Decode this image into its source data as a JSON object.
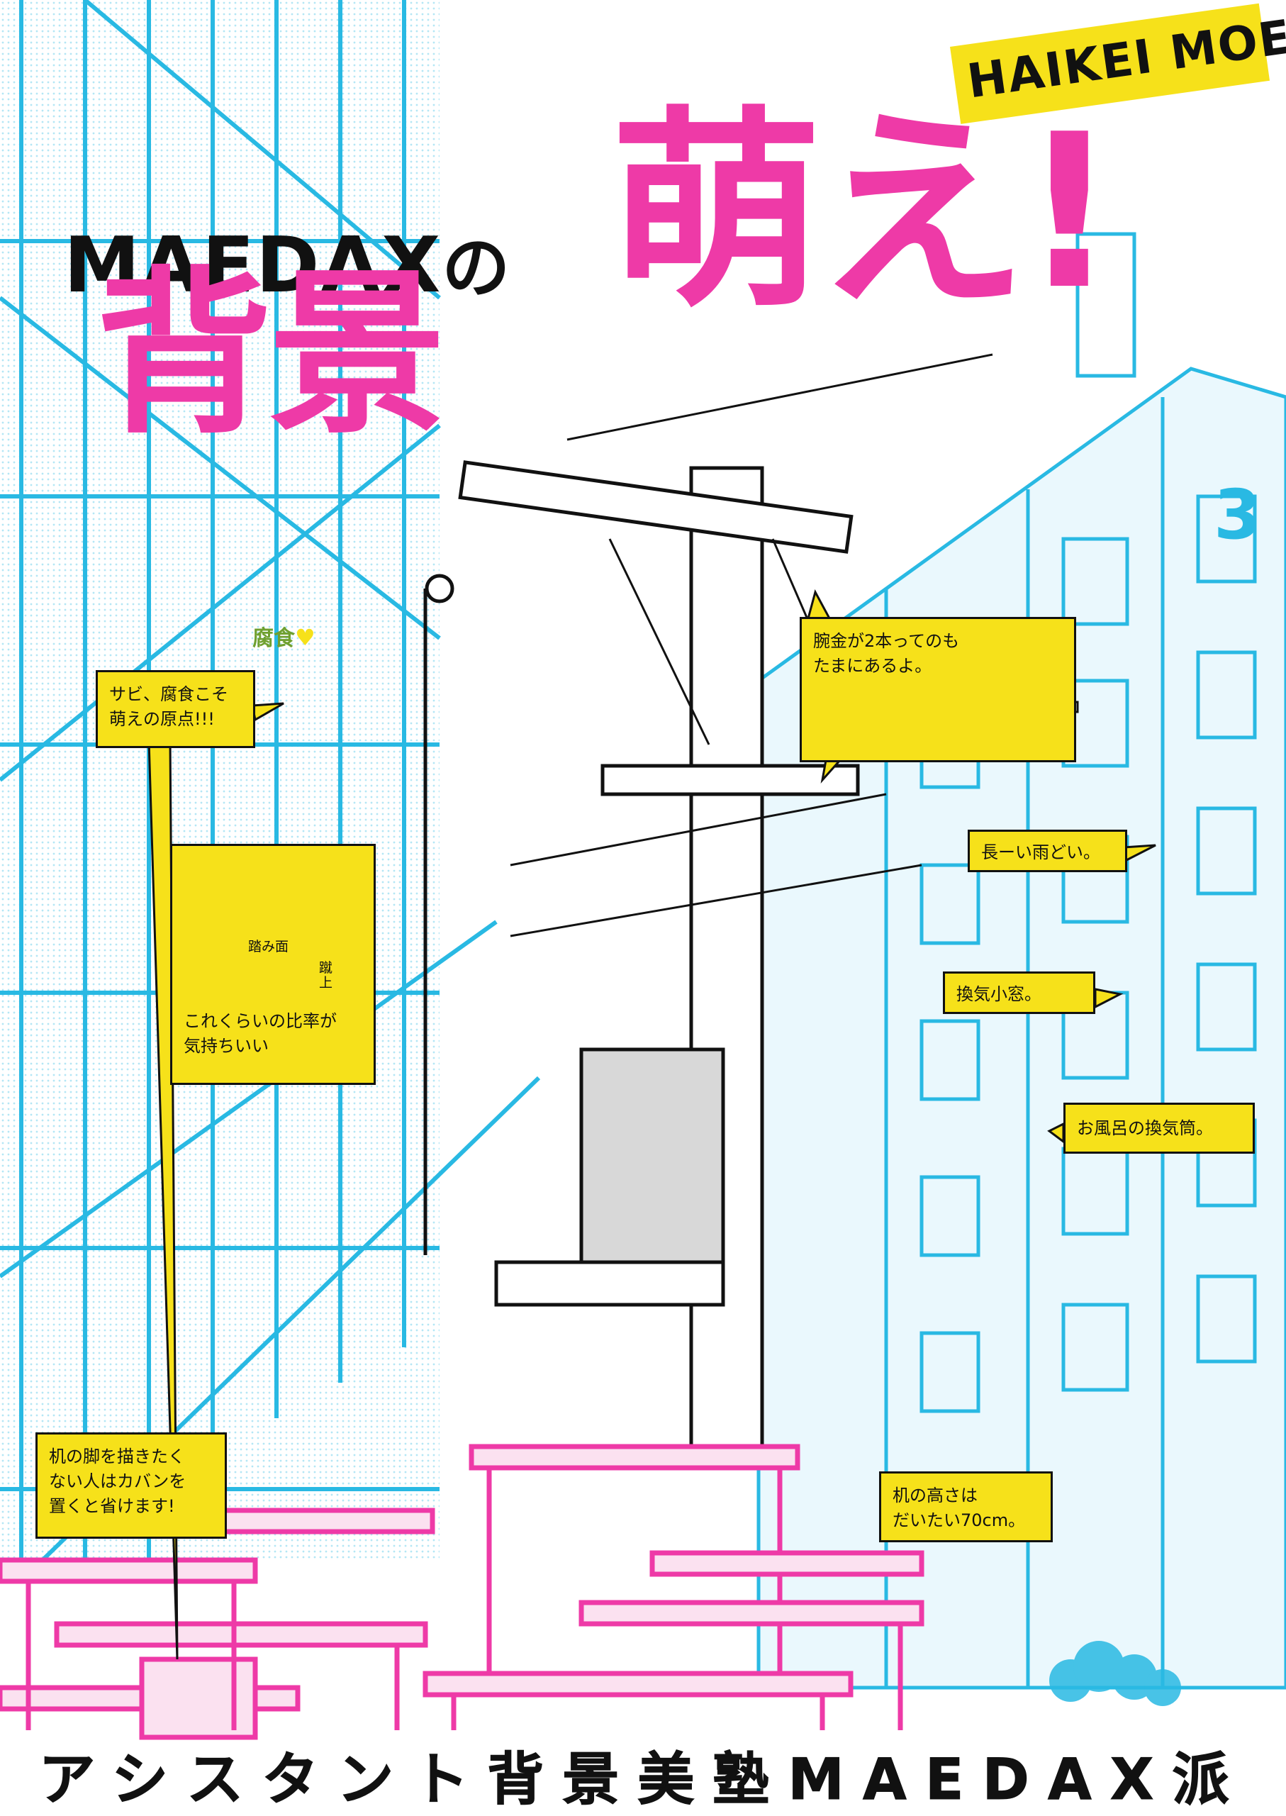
{
  "cover": {
    "badge": "HAIKEI MOE!",
    "author_prefix": "MAEDAX",
    "author_particle": "の",
    "title_left": "背景",
    "title_right": "萌え!",
    "volume": "3",
    "footer": "アシスタント背景美塾MAEDAX派"
  },
  "annotations": {
    "fushoku": "腐食",
    "rust": "サビ、腐食こそ\n萌えの原点!!!",
    "stairs_caption": "これくらいの比率が\n気持ちいい",
    "stairs_tread": "踏み面",
    "stairs_riser": "蹴上",
    "arm": "腕金が2本ってのも\nたまにあるよ。",
    "gutter": "長ーい雨どい。",
    "window": "換気小窓。",
    "bath": "お風呂の換気筒。",
    "desk_legs": "机の脚を描きたく\nない人はカバンを\n置くと省けます!",
    "desk_height": "机の高さは\nだいたい70cm。"
  },
  "colors": {
    "cyan": "#29b9e3",
    "magenta": "#ee3aa7",
    "yellow": "#f6e11a",
    "ink": "#111111"
  }
}
